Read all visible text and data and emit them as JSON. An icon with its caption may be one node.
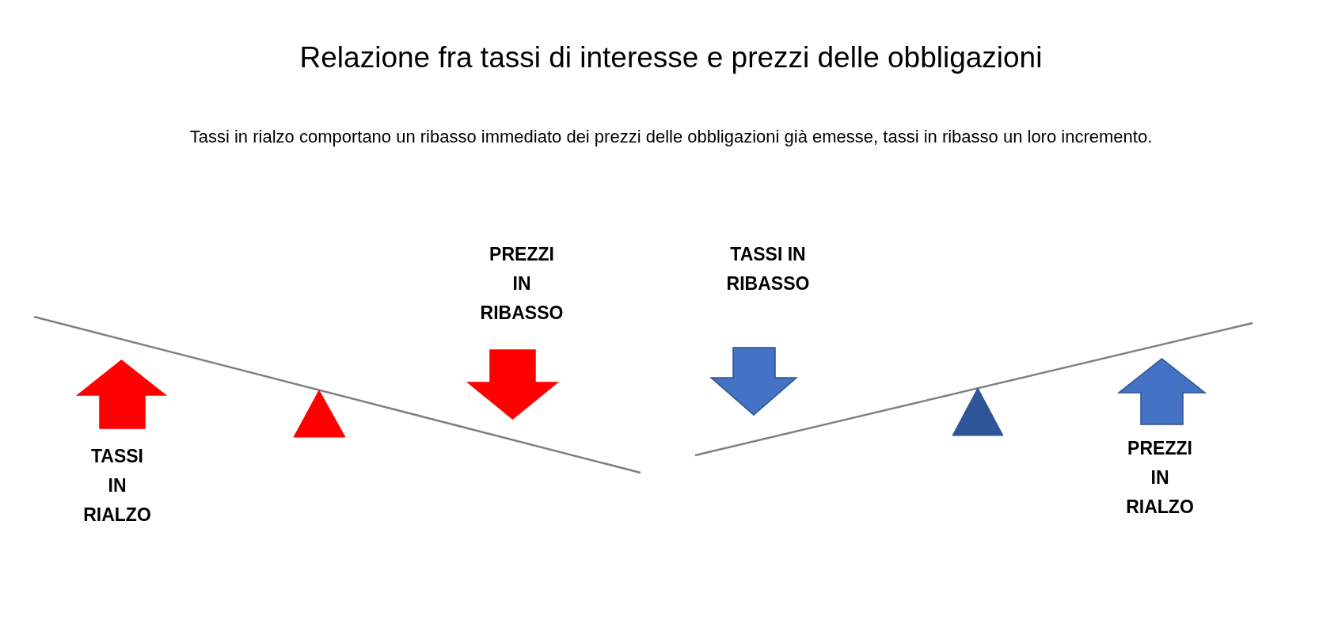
{
  "diagram": {
    "title": "Relazione fra tassi di interesse e prezzi delle obbligazioni",
    "labels": [
      "Tassi in rialzo comportano un ribasso immediato dei prezzi delle obbligazioni già emesse, tassi in ribasso un loro incremento.",
      "PREZZI IN RIBASSO",
      "TASSI IN RIBASSO",
      "TASSI IN RIALZO",
      "PREZZI IN RIALZO"
    ]
  }
}
